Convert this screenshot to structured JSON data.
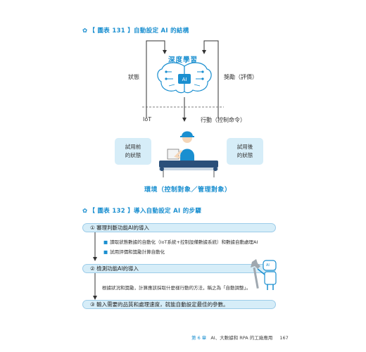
{
  "fig131": {
    "caption": "【 圖表 131 】自動設定 AI 的結構",
    "dl_title": "深度學習",
    "ai_label": "AI",
    "state_label": "狀態",
    "reward_label": "獎勵（評價）",
    "iot_label": "IoT",
    "action_label": "行動（控制命令）",
    "before_state": [
      "試用前",
      "的狀態"
    ],
    "after_state": [
      "試用後",
      "的狀態"
    ],
    "environment": "環境（控制對象／管理對象）"
  },
  "fig132": {
    "caption": "【 圖表 132 】導入自動設定 AI 的步驟",
    "step1": "① 審理判斷功能AI的導入",
    "step1_bullets": [
      "讀取狀態數據的自動化（IoT系統+控制設備數據系統）和數據自動處理AI",
      "試用評價和獎勵計算自動化"
    ],
    "step2": "② 檢測功能AI的導入",
    "step2_body": "根據狀況和獎勵，計算應該採取什麼樣行動的方法，稱之為「自動調整」。",
    "step3": "③ 輸入需要的品質和處理速度，就能自動設定最佳的參數。",
    "robot_label": "AI"
  },
  "footer": {
    "chapter": "第 6 章",
    "title": "AI、大數據和 RPA 的工廠應用",
    "page": "167"
  }
}
